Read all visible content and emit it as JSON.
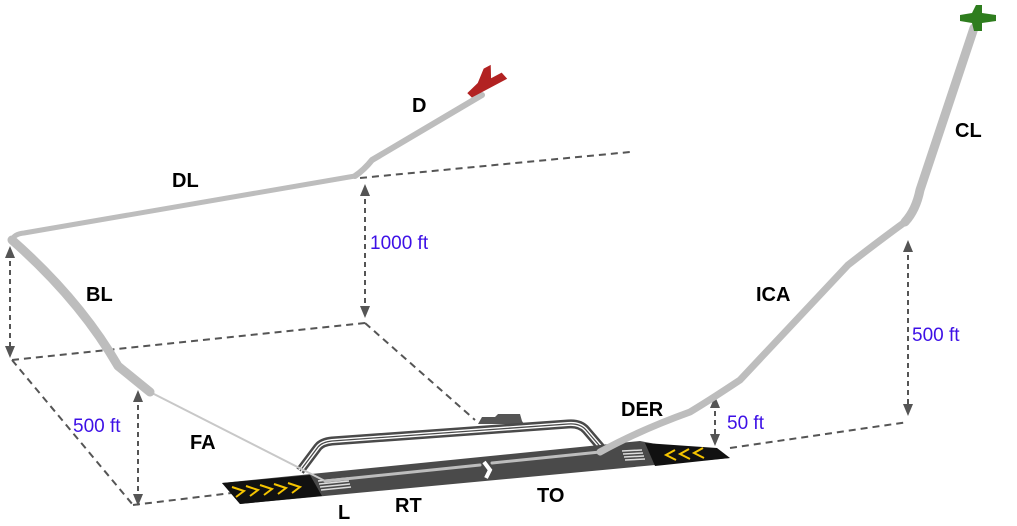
{
  "colors": {
    "alt_text": "#3d10e6",
    "path": "#bdbdbd",
    "runway": "#4a4a4a",
    "departure_aircraft": "#b22222",
    "climb_aircraft": "#2e7d1e",
    "chevron": "#f5c400"
  },
  "phases": {
    "d": "D",
    "dl": "DL",
    "bl": "BL",
    "fa": "FA",
    "l": "L",
    "rt": "RT",
    "to": "TO",
    "der": "DER",
    "ica": "ICA",
    "cl": "CL"
  },
  "altitudes": {
    "downwind": "1000 ft",
    "base_left": "500 ft",
    "climb_right": "500 ft",
    "der": "50 ft"
  },
  "icons": {
    "departure_aircraft": "aircraft-icon",
    "climb_aircraft": "aircraft-icon"
  }
}
